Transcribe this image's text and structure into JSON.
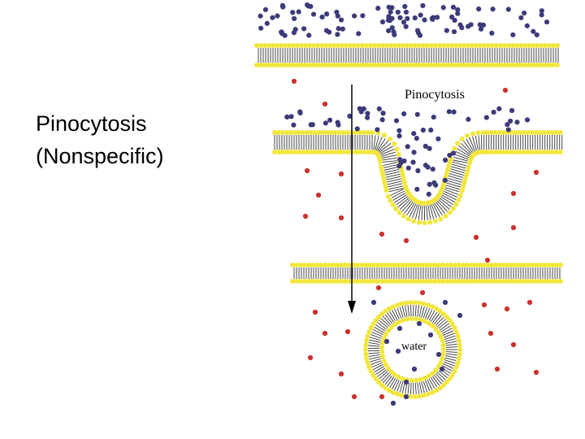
{
  "title": {
    "line1": "Pinocytosis",
    "line2": "(Nonspecific)"
  },
  "diagram": {
    "label": "Pinocytosis",
    "vesicle_label": "water",
    "colors": {
      "membrane_heads": "#f2e63c",
      "membrane_tails": "#333333",
      "solute_particle": "#3b3b7a",
      "water_particle": "#c9322f",
      "arrow": "#000000"
    }
  }
}
